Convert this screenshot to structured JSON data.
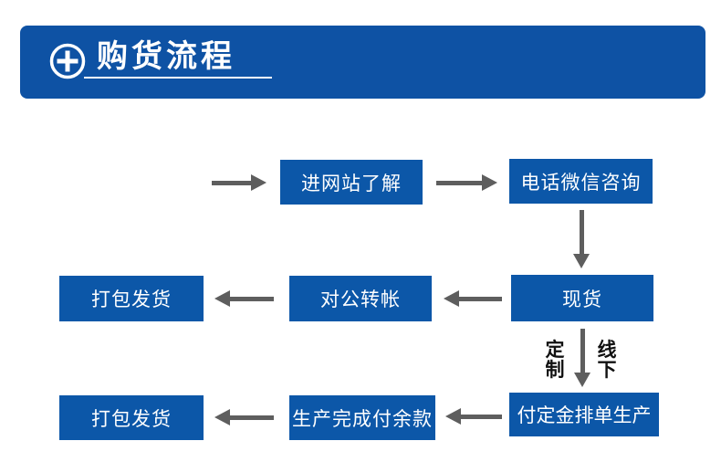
{
  "header": {
    "title": "购货流程",
    "icon": "plus-circle-icon"
  },
  "flow": {
    "nodes": {
      "visit_site": "进网站了解",
      "contact": "电话微信咨询",
      "in_stock": "现货",
      "transfer": "对公转帐",
      "ship_stock": "打包发货",
      "deposit": "付定金排单生产",
      "balance": "生产完成付余款",
      "ship_custom": "打包发货"
    },
    "branch_labels": {
      "left": "定制",
      "right": "线下"
    }
  },
  "colors": {
    "page_bg": "#ffffff",
    "banner_blue": "#0e52a4",
    "box_blue": "#0c57a8",
    "arrow_gray": "#5e5e5e",
    "branch_label": "#111111",
    "text_white": "#ffffff"
  }
}
